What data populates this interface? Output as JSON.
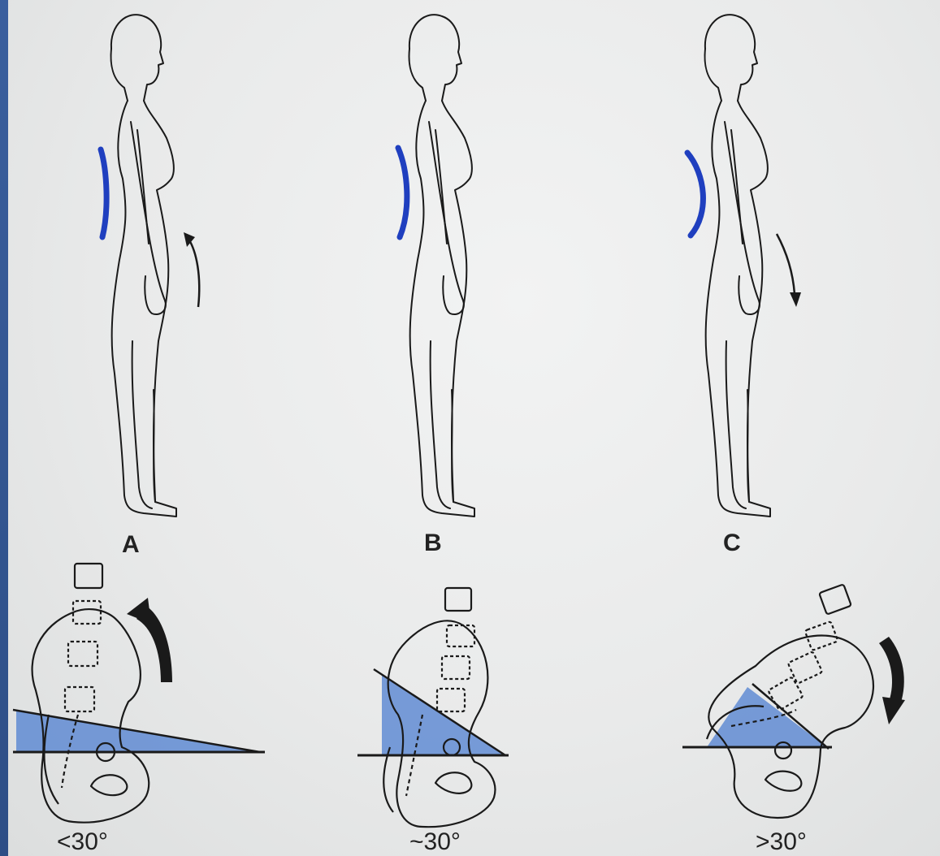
{
  "panels": [
    {
      "id": "A",
      "letter": "A",
      "angle_label": "<30°"
    },
    {
      "id": "B",
      "letter": "B",
      "angle_label": "~30°"
    },
    {
      "id": "C",
      "letter": "C",
      "angle_label": ">30°"
    }
  ],
  "colors": {
    "background": "#2f4f86",
    "paper": "#eceded",
    "lumbar_curve": "#1f3fbf",
    "wedge_fill": "#4f7fd0",
    "line": "#1a1a1a"
  },
  "icons": {
    "posture_arrow_A": "arrow-up-curved-icon",
    "posture_arrow_C": "arrow-down-curved-icon",
    "pelvis_arrow_A": "bold-arrow-clockwise-up-icon",
    "pelvis_arrow_C": "bold-arrow-clockwise-down-icon"
  }
}
